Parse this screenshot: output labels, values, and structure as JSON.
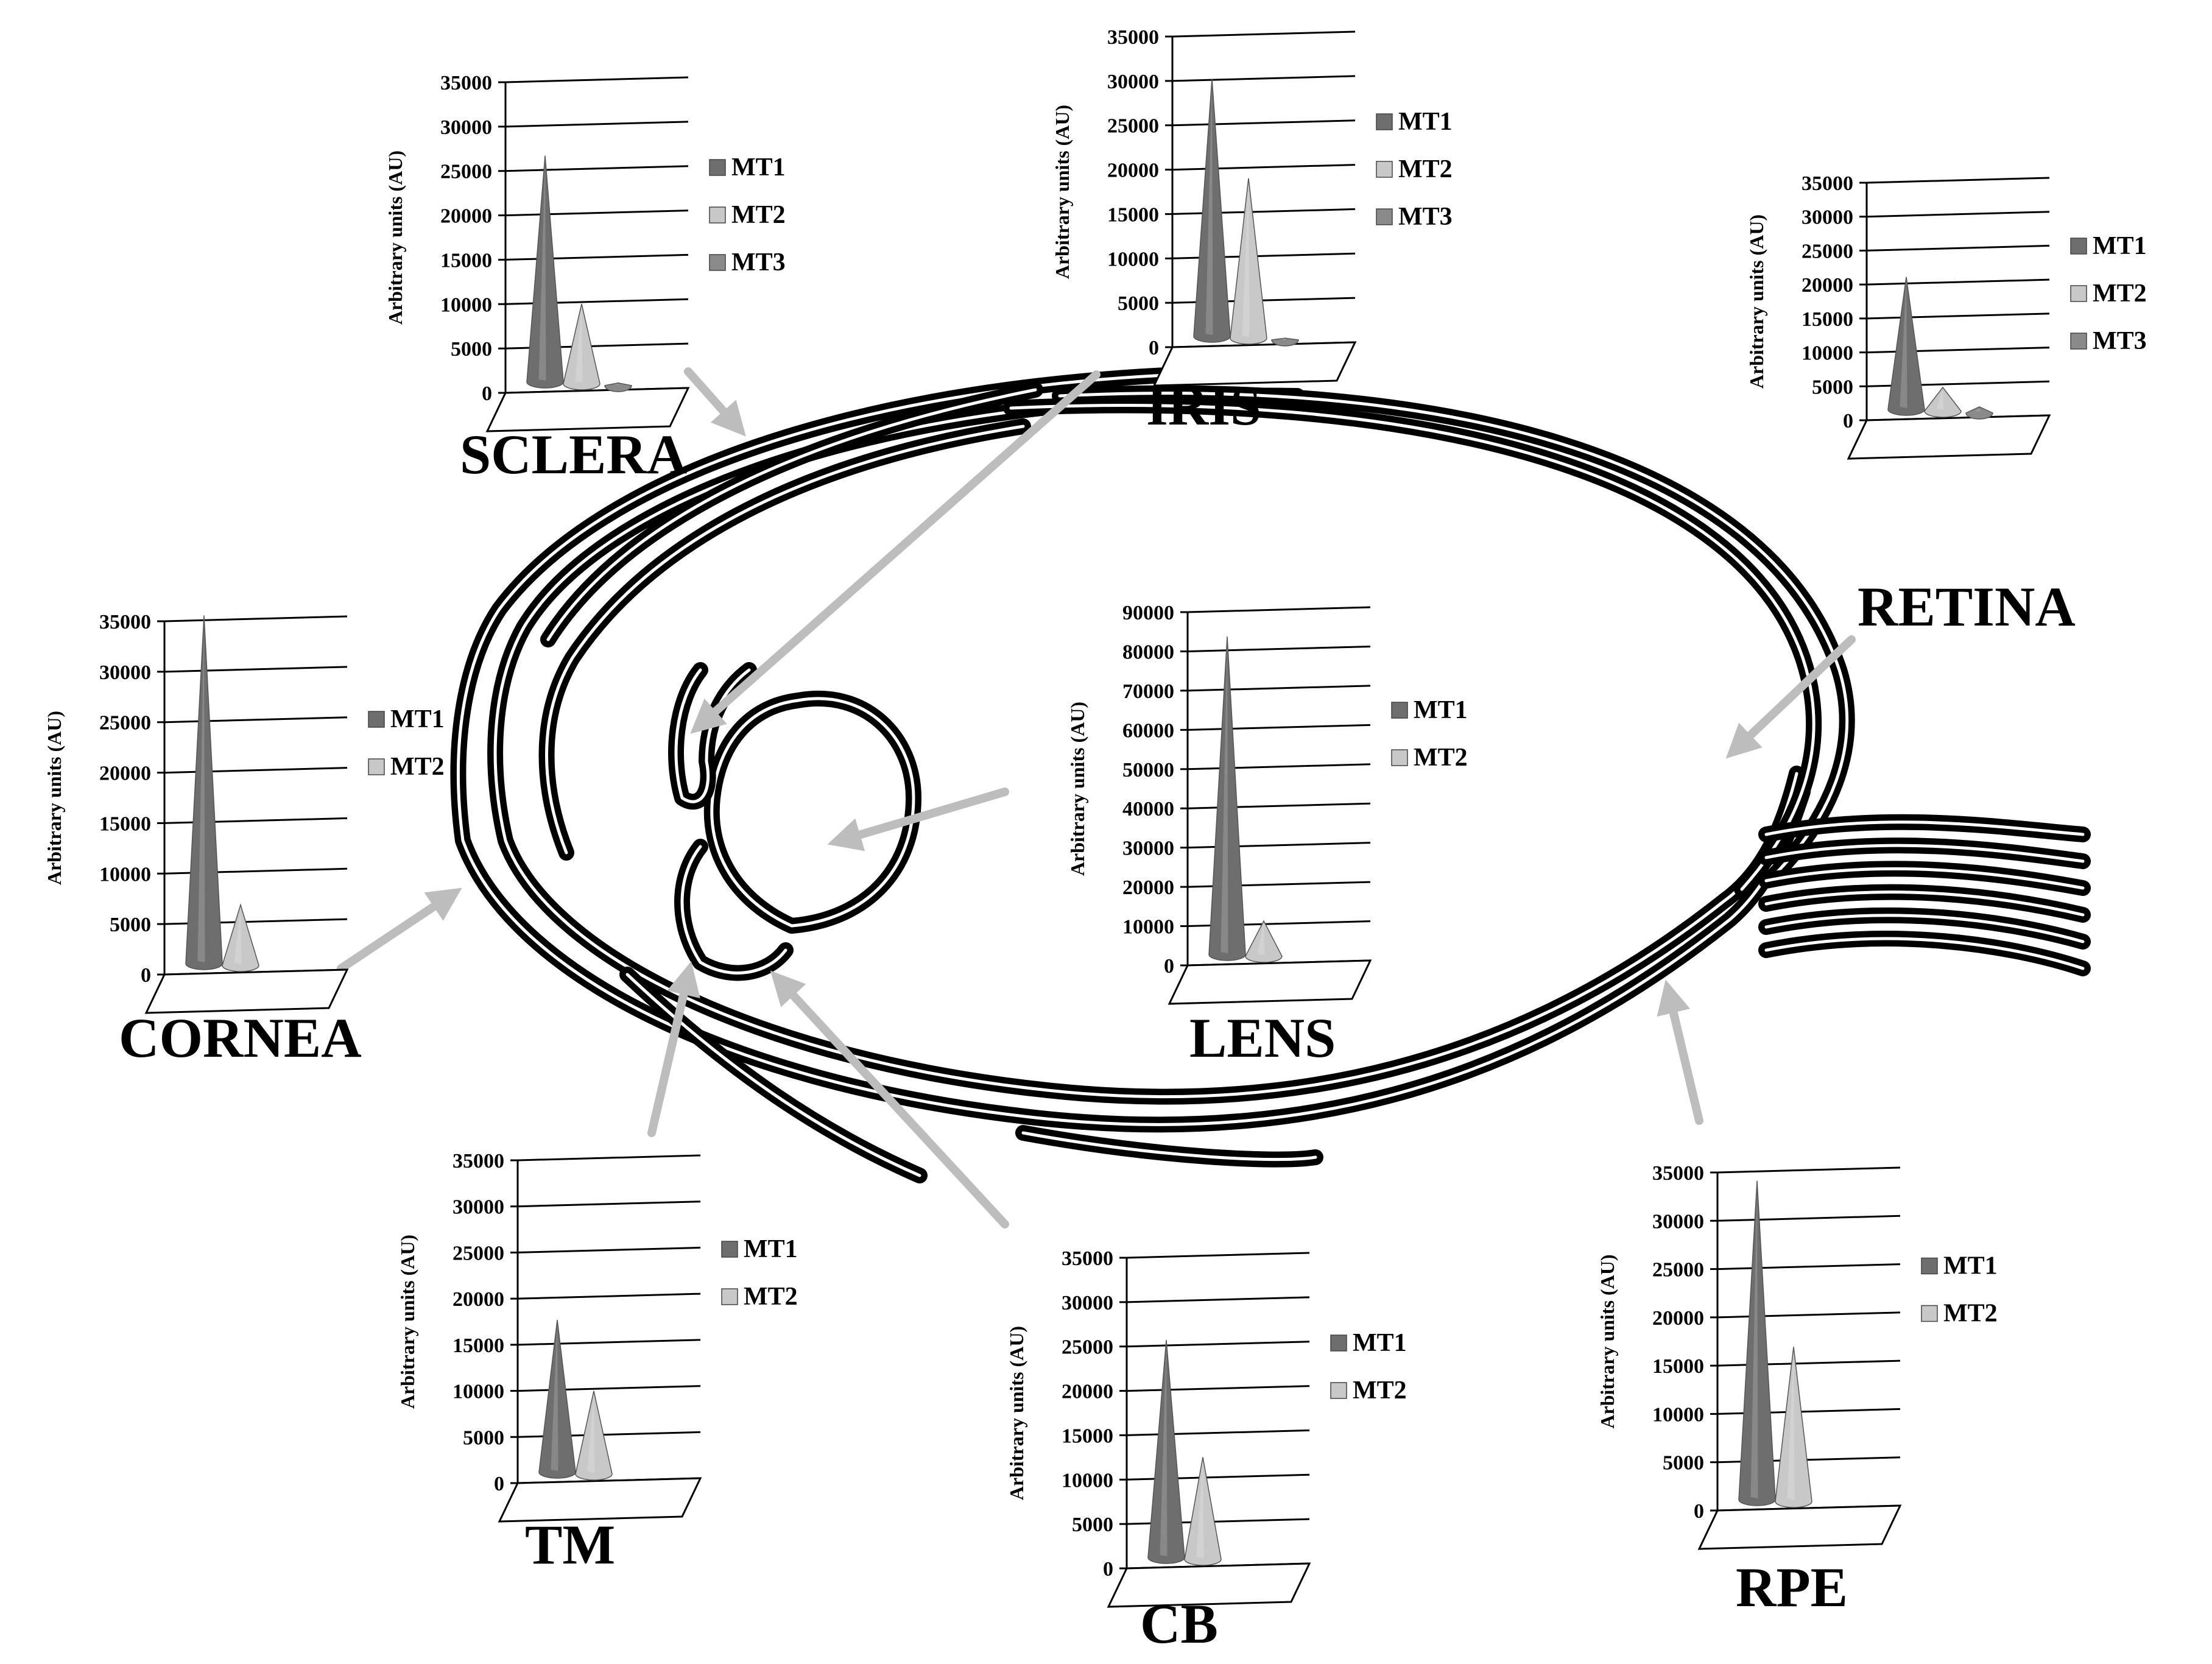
{
  "colors": {
    "mt1": "#6e6e6e",
    "mt2": "#c8c8c8",
    "mt3": "#8a8a8a",
    "arrow": "#bdbdbd",
    "outline": "#000000",
    "background": "#ffffff"
  },
  "tissues": {
    "sclera": "SCLERA",
    "iris": "IRIS",
    "retina": "RETINA",
    "cornea": "CORNEA",
    "lens": "LENS",
    "tm": "TM",
    "cb": "CB",
    "rpe": "RPE"
  },
  "chart_data": [
    {
      "id": "sclera",
      "type": "bar",
      "shape": "cone",
      "title": "SCLERA",
      "ylabel": "Arbitrary units (AU)",
      "ylim": [
        0,
        35000
      ],
      "yticks": [
        "35000",
        "30000",
        "25000",
        "20000",
        "15000",
        "10000",
        "5000",
        "0"
      ],
      "legend": [
        "MT1",
        "MT2",
        "MT3"
      ],
      "series": [
        {
          "name": "MT1",
          "value": 25500
        },
        {
          "name": "MT2",
          "value": 9000
        },
        {
          "name": "MT3",
          "value": 300
        }
      ]
    },
    {
      "id": "iris",
      "type": "bar",
      "shape": "cone",
      "title": "IRIS",
      "ylabel": "Arbitrary units (AU)",
      "ylim": [
        0,
        35000
      ],
      "yticks": [
        "35000",
        "30000",
        "25000",
        "20000",
        "15000",
        "10000",
        "5000",
        "0"
      ],
      "legend": [
        "MT1",
        "MT2",
        "MT3"
      ],
      "series": [
        {
          "name": "MT1",
          "value": 29000
        },
        {
          "name": "MT2",
          "value": 18000
        },
        {
          "name": "MT3",
          "value": 200
        }
      ]
    },
    {
      "id": "retina",
      "type": "bar",
      "shape": "cone",
      "title": "RETINA",
      "ylabel": "Arbitrary units (AU)",
      "ylim": [
        0,
        35000
      ],
      "yticks": [
        "35000",
        "30000",
        "25000",
        "20000",
        "15000",
        "10000",
        "5000",
        "0"
      ],
      "legend": [
        "MT1",
        "MT2",
        "MT3"
      ],
      "series": [
        {
          "name": "MT1",
          "value": 19500
        },
        {
          "name": "MT2",
          "value": 3500
        },
        {
          "name": "MT3",
          "value": 900
        }
      ]
    },
    {
      "id": "cornea",
      "type": "bar",
      "shape": "cone",
      "title": "CORNEA",
      "ylabel": "Arbitrary units (AU)",
      "ylim": [
        0,
        35000
      ],
      "yticks": [
        "35000",
        "30000",
        "25000",
        "20000",
        "15000",
        "10000",
        "5000",
        "0"
      ],
      "legend": [
        "MT1",
        "MT2"
      ],
      "series": [
        {
          "name": "MT1",
          "value": 34500
        },
        {
          "name": "MT2",
          "value": 6000
        }
      ]
    },
    {
      "id": "lens",
      "type": "bar",
      "shape": "cone",
      "title": "LENS",
      "ylabel": "Arbitrary units (AU)",
      "ylim": [
        0,
        90000
      ],
      "yticks": [
        "90000",
        "80000",
        "70000",
        "60000",
        "50000",
        "40000",
        "30000",
        "20000",
        "10000",
        "0"
      ],
      "legend": [
        "MT1",
        "MT2"
      ],
      "series": [
        {
          "name": "MT1",
          "value": 81000
        },
        {
          "name": "MT2",
          "value": 9000
        }
      ]
    },
    {
      "id": "tm",
      "type": "bar",
      "shape": "cone",
      "title": "TM",
      "ylabel": "Arbitrary units (AU)",
      "ylim": [
        0,
        35000
      ],
      "yticks": [
        "35000",
        "30000",
        "25000",
        "20000",
        "15000",
        "10000",
        "5000",
        "0"
      ],
      "legend": [
        "MT1",
        "MT2"
      ],
      "series": [
        {
          "name": "MT1",
          "value": 16500
        },
        {
          "name": "MT2",
          "value": 9000
        }
      ]
    },
    {
      "id": "cb",
      "type": "bar",
      "shape": "cone",
      "title": "CB",
      "ylabel": "Arbitrary units (AU)",
      "ylim": [
        0,
        35000
      ],
      "yticks": [
        "35000",
        "30000",
        "25000",
        "20000",
        "15000",
        "10000",
        "5000",
        "0"
      ],
      "legend": [
        "MT1",
        "MT2"
      ],
      "series": [
        {
          "name": "MT1",
          "value": 24500
        },
        {
          "name": "MT2",
          "value": 11500
        }
      ]
    },
    {
      "id": "rpe",
      "type": "bar",
      "shape": "cone",
      "title": "RPE",
      "ylabel": "Arbitrary units (AU)",
      "ylim": [
        0,
        35000
      ],
      "yticks": [
        "35000",
        "30000",
        "25000",
        "20000",
        "15000",
        "10000",
        "5000",
        "0"
      ],
      "legend": [
        "MT1",
        "MT2"
      ],
      "series": [
        {
          "name": "MT1",
          "value": 33000
        },
        {
          "name": "MT2",
          "value": 16000
        }
      ]
    }
  ]
}
